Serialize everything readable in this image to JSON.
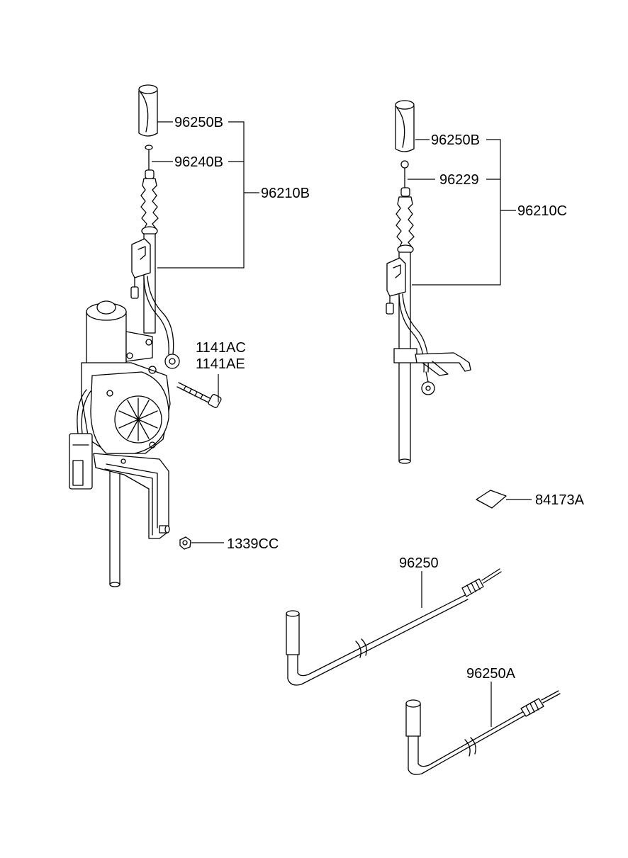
{
  "callouts": {
    "p96250B_left": "96250B",
    "p96240B": "96240B",
    "p96210B": "96210B",
    "p1141AC": "1141AC",
    "p1141AE": "1141AE",
    "p1339CC": "1339CC",
    "p96250B_right": "96250B",
    "p96229": "96229",
    "p96210C": "96210C",
    "p84173A": "84173A",
    "p96250": "96250",
    "p96250A": "96250A"
  }
}
